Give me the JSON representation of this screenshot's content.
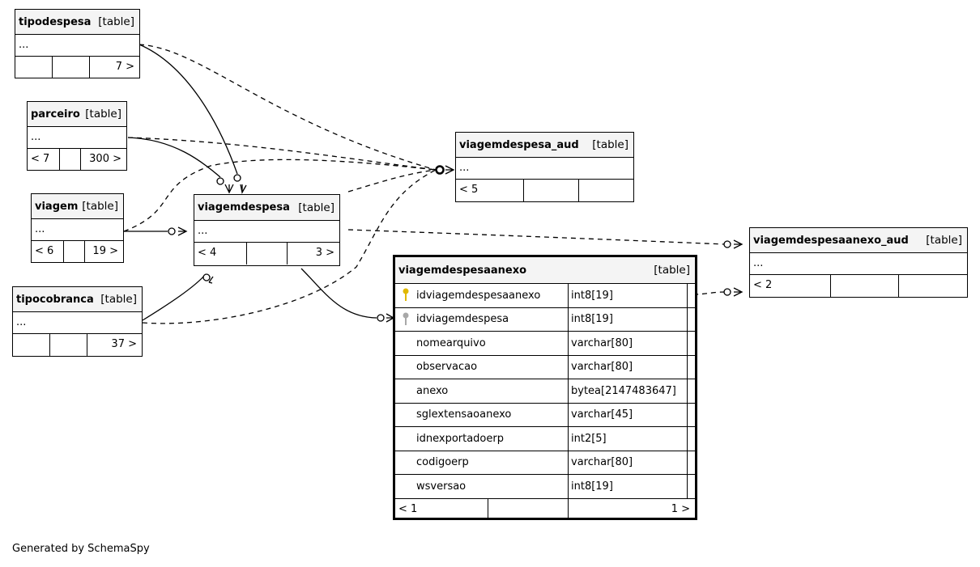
{
  "footer": {
    "generated": "Generated by SchemaSpy"
  },
  "tables": {
    "tipodespesa": {
      "name": "tipodespesa",
      "type": "[table]",
      "ellipsis": "...",
      "foot": [
        "",
        "",
        "7 >"
      ]
    },
    "parceiro": {
      "name": "parceiro",
      "type": "[table]",
      "ellipsis": "...",
      "foot": [
        "< 7",
        "",
        "300 >"
      ]
    },
    "viagem": {
      "name": "viagem",
      "type": "[table]",
      "ellipsis": "...",
      "foot": [
        "< 6",
        "",
        "19 >"
      ]
    },
    "tipocobranca": {
      "name": "tipocobranca",
      "type": "[table]",
      "ellipsis": "...",
      "foot": [
        "",
        "",
        "37 >"
      ]
    },
    "viagemdespesa": {
      "name": "viagemdespesa",
      "type": "[table]",
      "ellipsis": "...",
      "foot": [
        "< 4",
        "",
        "3 >"
      ]
    },
    "viagemdespesa_aud": {
      "name": "viagemdespesa_aud",
      "type": "[table]",
      "ellipsis": "...",
      "foot": [
        "< 5",
        "",
        ""
      ]
    },
    "viagemdespesaanexo_aud": {
      "name": "viagemdespesaanexo_aud",
      "type": "[table]",
      "ellipsis": "...",
      "foot": [
        "< 2",
        "",
        ""
      ]
    },
    "viagemdespesaanexo": {
      "name": "viagemdespesaanexo",
      "type": "[table]",
      "columns": [
        {
          "name": "idviagemdespesaanexo",
          "type": "int8[19]",
          "key": "primary-key"
        },
        {
          "name": "idviagemdespesa",
          "type": "int8[19]",
          "key": "foreign-key"
        },
        {
          "name": "nomearquivo",
          "type": "varchar[80]",
          "key": ""
        },
        {
          "name": "observacao",
          "type": "varchar[80]",
          "key": ""
        },
        {
          "name": "anexo",
          "type": "bytea[2147483647]",
          "key": ""
        },
        {
          "name": "sglextensaoanexo",
          "type": "varchar[45]",
          "key": ""
        },
        {
          "name": "idnexportadoerp",
          "type": "int2[5]",
          "key": ""
        },
        {
          "name": "codigoerp",
          "type": "varchar[80]",
          "key": ""
        },
        {
          "name": "wsversao",
          "type": "int8[19]",
          "key": ""
        }
      ],
      "foot": [
        "< 1",
        "",
        "1 >"
      ]
    }
  }
}
